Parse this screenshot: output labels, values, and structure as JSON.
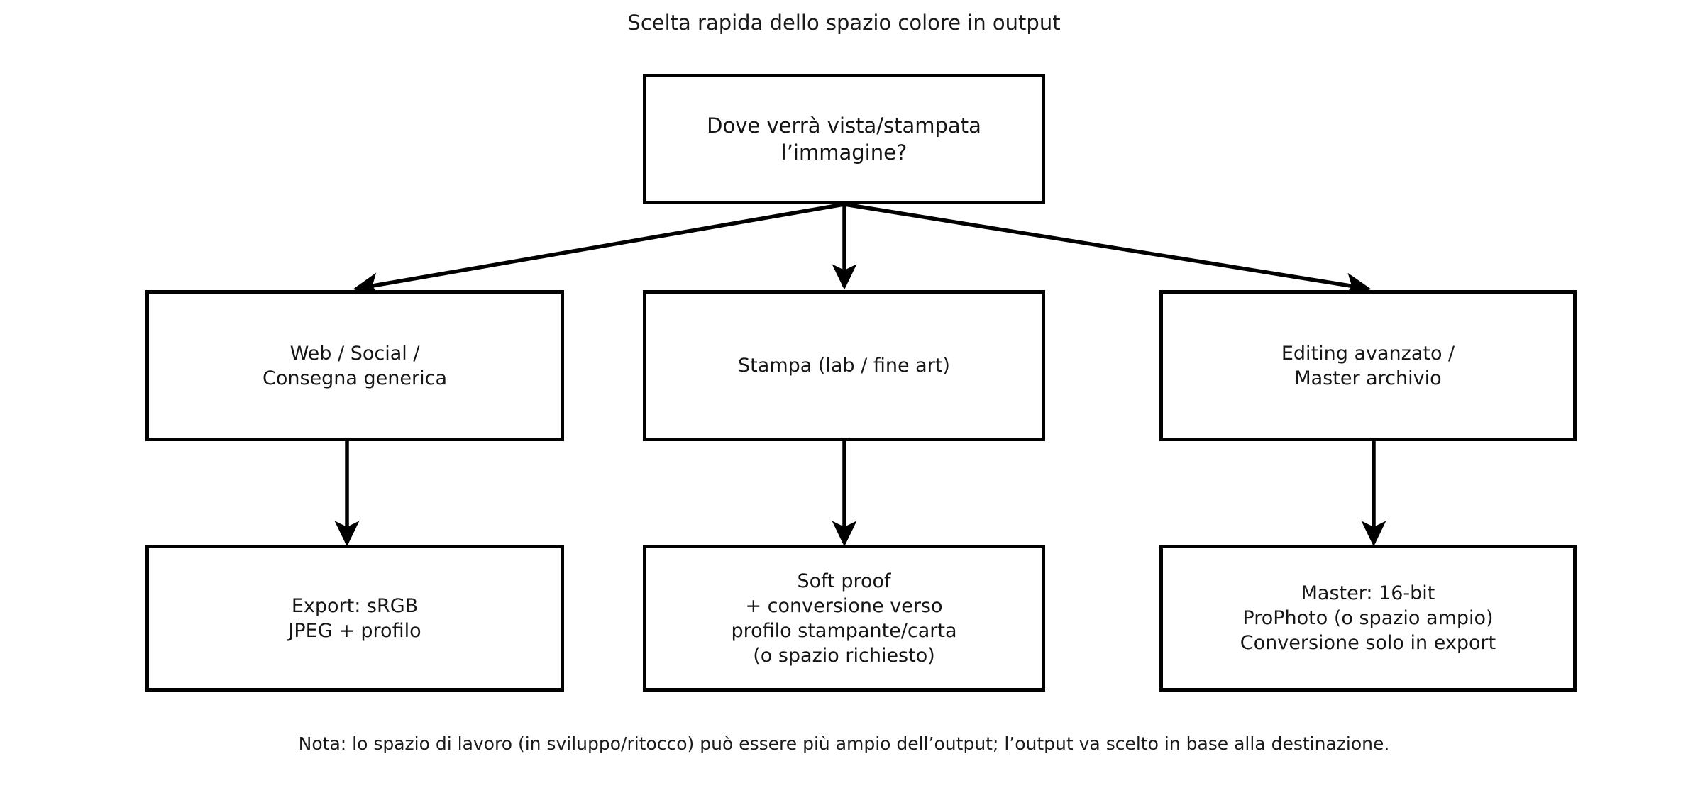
{
  "diagram": {
    "title": "Scelta rapida dello spazio colore in output",
    "footnote": "Nota: lo spazio di lavoro (in sviluppo/ritocco) può essere più ampio dell’output; l’output va scelto in base alla destinazione.",
    "stroke_color": "#000000",
    "fill_color": "#ffffff",
    "text_color": "#151515",
    "nodes": {
      "decision": {
        "label": "Dove verrà vista/stampata\nl’immagine?",
        "shape": "rectangle"
      },
      "branch_left": {
        "label": "Web / Social /\nConsegna generica",
        "shape": "rectangle"
      },
      "branch_center": {
        "label": "Stampa (lab / fine art)",
        "shape": "rectangle"
      },
      "branch_right": {
        "label": "Editing avanzato /\nMaster archivio",
        "shape": "rectangle"
      },
      "outcome_left": {
        "label": "Export: sRGB\nJPEG + profilo",
        "shape": "rectangle"
      },
      "outcome_center": {
        "label": "Soft proof\n+ conversione verso\nprofilo stampante/carta\n(o spazio richiesto)",
        "shape": "rectangle"
      },
      "outcome_right": {
        "label": "Master: 16-bit\nProPhoto (o spazio ampio)\nConversione solo in export",
        "shape": "rectangle"
      }
    },
    "edges": [
      {
        "from": "decision",
        "to": "branch_left",
        "style": "arrow-diagonal"
      },
      {
        "from": "decision",
        "to": "branch_center",
        "style": "arrow-vertical"
      },
      {
        "from": "decision",
        "to": "branch_right",
        "style": "arrow-diagonal"
      },
      {
        "from": "branch_left",
        "to": "outcome_left",
        "style": "arrow-vertical"
      },
      {
        "from": "branch_center",
        "to": "outcome_center",
        "style": "arrow-vertical"
      },
      {
        "from": "branch_right",
        "to": "outcome_right",
        "style": "arrow-vertical"
      }
    ]
  }
}
